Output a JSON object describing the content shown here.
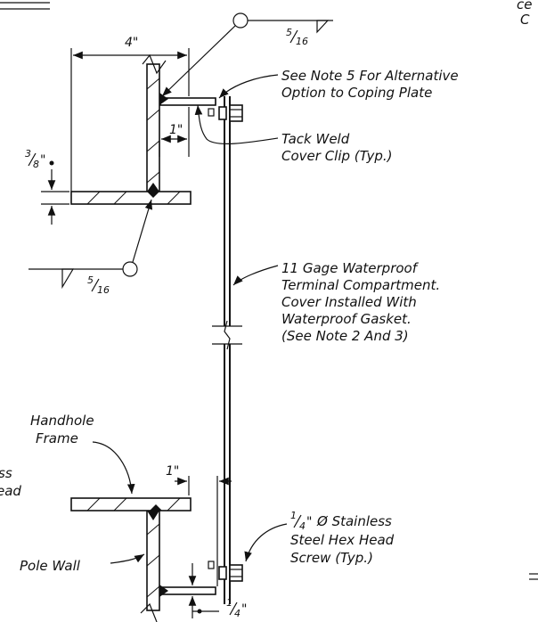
{
  "notes": {
    "coping_note": [
      "See Note 5 For Alternative",
      "Option to Coping Plate"
    ],
    "tack_weld": [
      "Tack Weld",
      "Cover Clip (Typ.)"
    ],
    "cover": [
      "11 Gage Waterproof",
      "Terminal Compartment.",
      "Cover Installed With",
      "Waterproof Gasket.",
      "(See Note 2 And 3)"
    ],
    "handhole": [
      "Handhole",
      "Frame"
    ],
    "pole_wall": "Pole Wall",
    "screw": [
      "Ø Stainless",
      "Steel Hex Head",
      "Screw (Typ.)"
    ],
    "left_cut": [
      "ss",
      "ead"
    ],
    "top_right_cut": [
      "ce",
      "C"
    ]
  },
  "dimensions": {
    "width_4": "4\"",
    "gap_1_top": "1\"",
    "gap_1_bottom": "1\"",
    "plate_3_8": {
      "num": "3",
      "den": "8",
      "unit": "\""
    },
    "weld_top": {
      "num": "5",
      "den": "16"
    },
    "weld_left": {
      "num": "5",
      "den": "16"
    },
    "screw_size": {
      "num": "1",
      "den": "4",
      "unit": "\""
    },
    "bottom_1_4": {
      "num": "1",
      "den": "4",
      "unit": "\""
    }
  }
}
